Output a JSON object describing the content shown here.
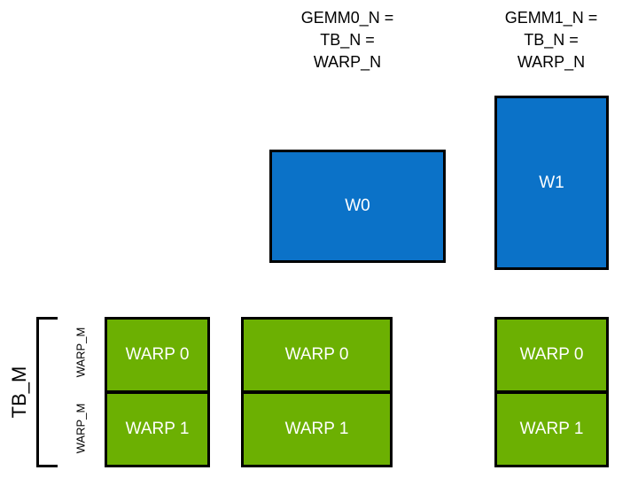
{
  "diagram": {
    "title_columns": [
      {
        "id": "gemm0",
        "text": "GEMM0_N =\nTB_N =\nWARP_N"
      },
      {
        "id": "gemm1",
        "text": "GEMM1_N =\nTB_N =\nWARP_N"
      }
    ],
    "warp_boxes": [
      {
        "id": "w0",
        "label": "W0"
      },
      {
        "id": "w1",
        "label": "W1"
      }
    ],
    "warp_columns": [
      {
        "id": "col0",
        "cells": [
          {
            "label": "WARP 0"
          },
          {
            "label": "WARP 1"
          }
        ]
      },
      {
        "id": "col1",
        "cells": [
          {
            "label": "WARP 0"
          },
          {
            "label": "WARP 1"
          }
        ]
      },
      {
        "id": "col2",
        "cells": [
          {
            "label": "WARP 0"
          },
          {
            "label": "WARP 1"
          }
        ]
      }
    ],
    "axis_labels": {
      "tb_m": "TB_M",
      "warp_m_top": "WARP_M",
      "warp_m_bottom": "WARP_M"
    },
    "colors": {
      "blue": "#0b72c8",
      "green": "#6cb002",
      "outline": "#000000",
      "text_on_fill": "#ffffff",
      "background": "#ffffff"
    }
  }
}
